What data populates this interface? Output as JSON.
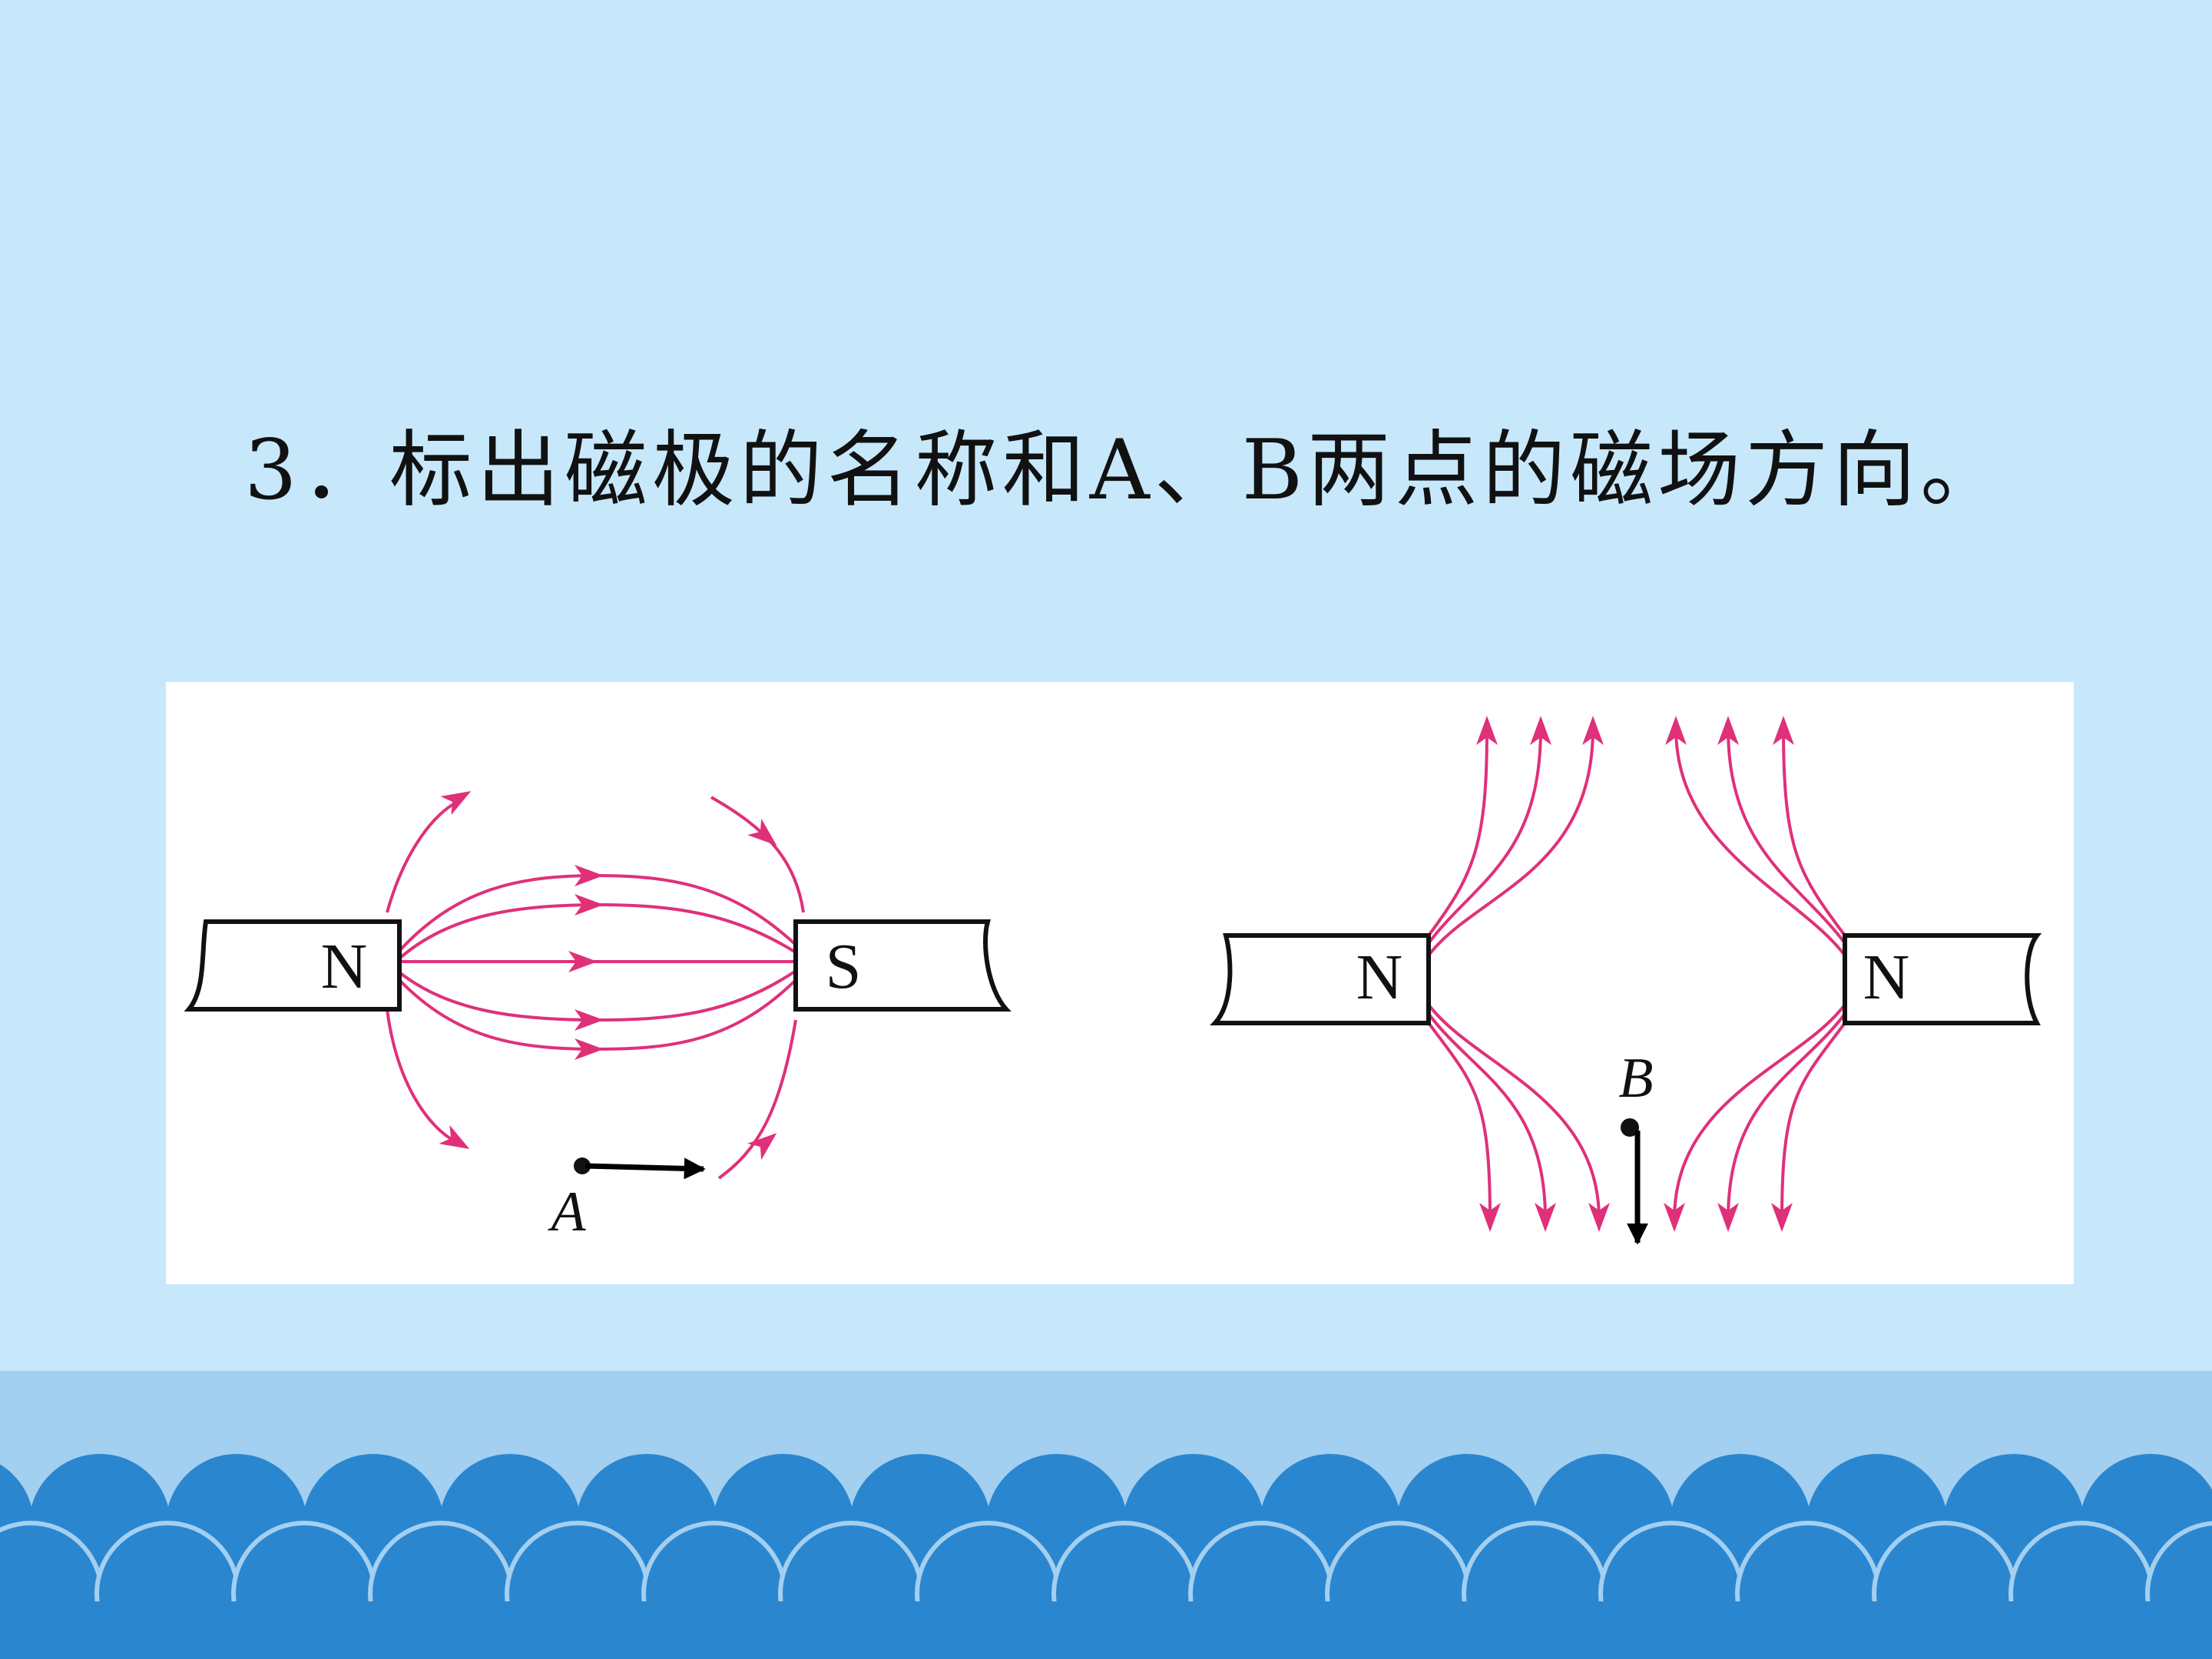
{
  "slide": {
    "title": "3．标出磁极的名称和A、B两点的磁场方向。",
    "colors": {
      "background": "#c7e8fb",
      "footer_band": "#a3cff0",
      "wave": "#2a86cf",
      "field_line": "#e0307a",
      "answer_arrow": "#000000"
    }
  },
  "figure_left": {
    "magnet_left_label": "N",
    "magnet_right_label": "S",
    "point_label": "A",
    "point_direction": "right"
  },
  "figure_right": {
    "magnet_left_label": "N",
    "magnet_right_label": "N",
    "point_label": "B",
    "point_direction": "down"
  }
}
